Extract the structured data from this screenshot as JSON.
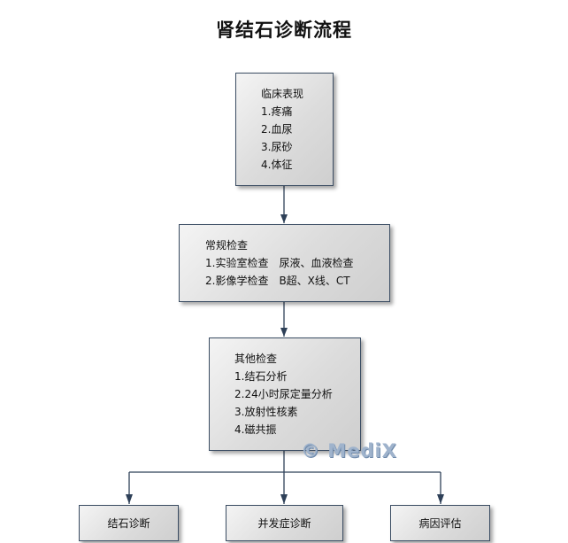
{
  "title": "肾结石诊断流程",
  "boxes": {
    "clinical": {
      "heading": "临床表现",
      "items": [
        "1.疼痛",
        "2.血尿",
        "3.尿砂",
        "4.体征"
      ]
    },
    "routine": {
      "heading": "常规检查",
      "items": [
        "1.实验室检查　尿液、血液检查",
        "2.影像学检查　B超、X线、CT"
      ]
    },
    "other": {
      "heading": "其他检查",
      "items": [
        "1.结石分析",
        "2.24小时尿定量分析",
        "3.放射性核素",
        "4.磁共振"
      ]
    },
    "outcomes": [
      "结石诊断",
      "并发症诊断",
      "病因评估"
    ]
  },
  "watermark": "© MediX",
  "colors": {
    "border": "#3b4d63",
    "connector": "#2e4058"
  }
}
